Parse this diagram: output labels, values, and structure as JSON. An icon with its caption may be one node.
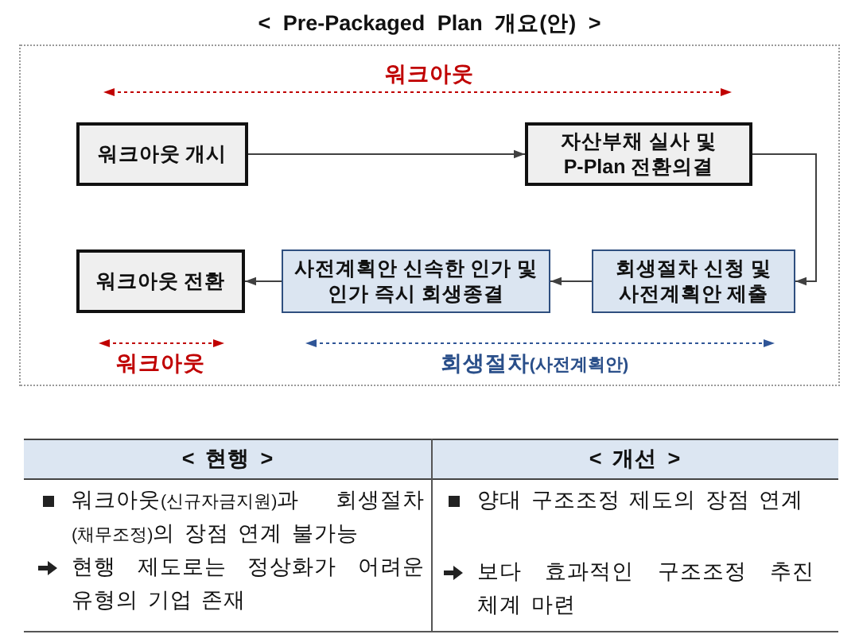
{
  "diagram": {
    "title": "< Pre-Packaged Plan 개요(안) >",
    "nodes": [
      {
        "text": [],
        "shape": "box"
      },
      {
        "text": [
          "워크아웃 개시"
        ],
        "in": 0
      },
      {
        "text": [
          "자산부채 실사 및 P-Plan 전환의결"
        ],
        "in": 0
      },
      {
        "text": [
          "워크아웃 전환"
        ],
        "in": 0
      },
      {
        "text": [
          "사전계획안 신속한 인가 및 인가 즉시 회생종결"
        ],
        "in": 0
      },
      {
        "text": [
          "회생절차 신청 및 사전계획안 제출"
        ],
        "in": 0
      }
    ],
    "edges": [
      {
        "from": 1,
        "to": 2,
        "arrow": "to"
      },
      {
        "from": 2,
        "to": 5,
        "arrow": "to"
      },
      {
        "from": 5,
        "to": 4,
        "arrow": "to"
      },
      {
        "from": 4,
        "to": 3,
        "arrow": "to"
      }
    ],
    "labels": [
      "워크아웃",
      "워크아웃",
      "회생절차(사전계획안)",
      "< 현행 >",
      "< 개선 >",
      "워크아웃(신규자금지원)과 회생절차(채무조정)의 장점 연계 불가능",
      "현행 제도로는 정상화가 어려운 유형의 기업 존재",
      "양대 구조조정 제도의 장점 연계",
      "보다 효과적인 구조조정 추진 체계 마련"
    ]
  }
}
